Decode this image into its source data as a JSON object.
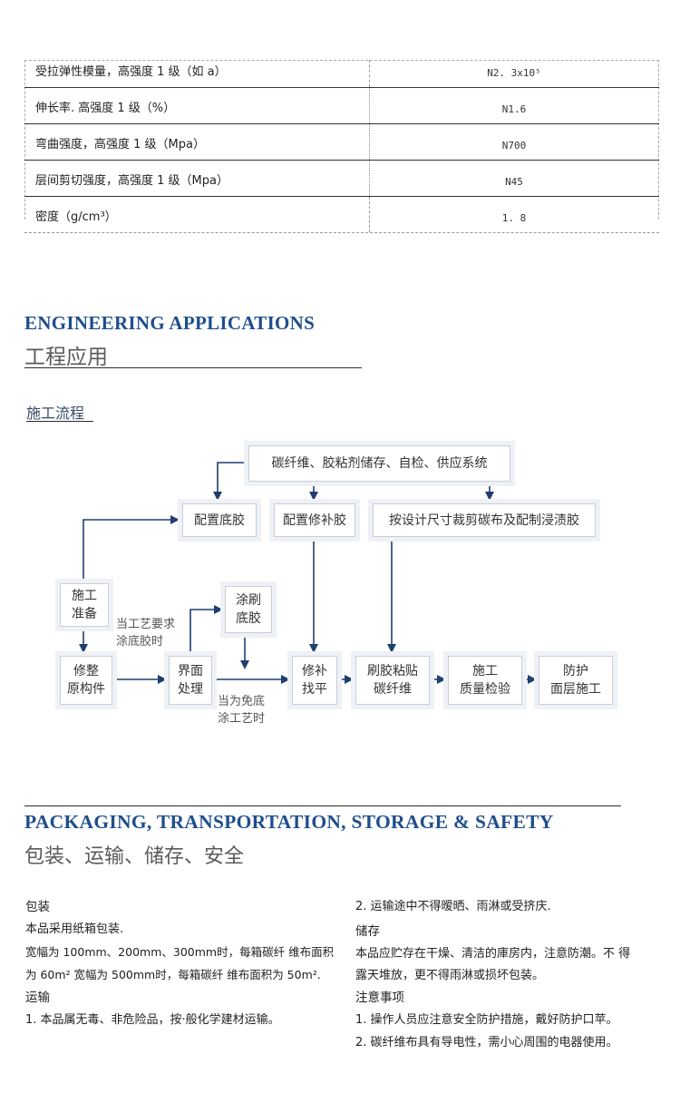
{
  "specs": [
    {
      "name": "受拉弹性模量，高强度 1 级（如 a）",
      "value": "N2. 3x10⁵"
    },
    {
      "name": "伸长率. 高强度 1 级（%）",
      "value": "N1.6"
    },
    {
      "name": "弯曲强度，高强度 1 级（Mpa）",
      "value": "N700"
    },
    {
      "name": "层间剪切强度，高强度 1 级（Mpa）",
      "value": "N45"
    },
    {
      "name": "密度（g/cm³）",
      "value": "1. 8"
    }
  ],
  "engineering": {
    "title_en": "ENGINEERING APPLICATIONS",
    "title_cn": "工程应用",
    "subhead": "施工流程"
  },
  "flow": {
    "top": "碳纤维、胶粘剂储存、自检、供应系统",
    "primer": "配置底胶",
    "putty": "配置修补胶",
    "cut": "按设计尺寸裁剪碳布及配制浸渍胶",
    "prep_1": "施工",
    "prep_2": "准备",
    "coat_1": "涂刷",
    "coat_2": "底胶",
    "repair_1": "修整",
    "repair_2": "原构件",
    "iface_1": "界面",
    "iface_2": "处理",
    "level_1": "修补",
    "level_2": "找平",
    "stick_1": "刷胶粘贴",
    "stick_2": "碳纤维",
    "qc_1": "施工",
    "qc_2": "质量检验",
    "protect_1": "防护",
    "protect_2": "面层施工",
    "note_a_1": "当工艺要求",
    "note_a_2": "涂底胶时",
    "note_b_1": "当为免底",
    "note_b_2": "涂工艺时"
  },
  "packaging": {
    "title_en": "PACKAGING, TRANSPORTATION, STORAGE & SAFETY",
    "title_cn": "包装、运输、储存、安全",
    "left": [
      "包装",
      "本品采用纸箱包装.",
      "宽幅为 100mm、200mm、300mm时，每箱碳纤 维布面积",
      "为 60m² 宽幅为 500mm时，每箱碳纤 维布面积为 50m².",
      "运输",
      "1. 本品属无毒、非危险品，按·般化学建材运输。"
    ],
    "right": [
      "2. 运输途中不得暧晒、雨淋或受挤庆.",
      "储存",
      "本品应贮存在干燥、清洁的庫房内，注意防潮。不 得",
      "露天堆放，更不得雨淋或损坏包装。",
      "注意事项",
      "1. 操作人员应注意安全防护措施，戴好防护口苹。",
      "2. 碳纤维布具有导电性，需小心周围的电器使用。"
    ]
  },
  "colors": {
    "heading": "#1f4e8c",
    "arrow": "#1f3f6e"
  }
}
